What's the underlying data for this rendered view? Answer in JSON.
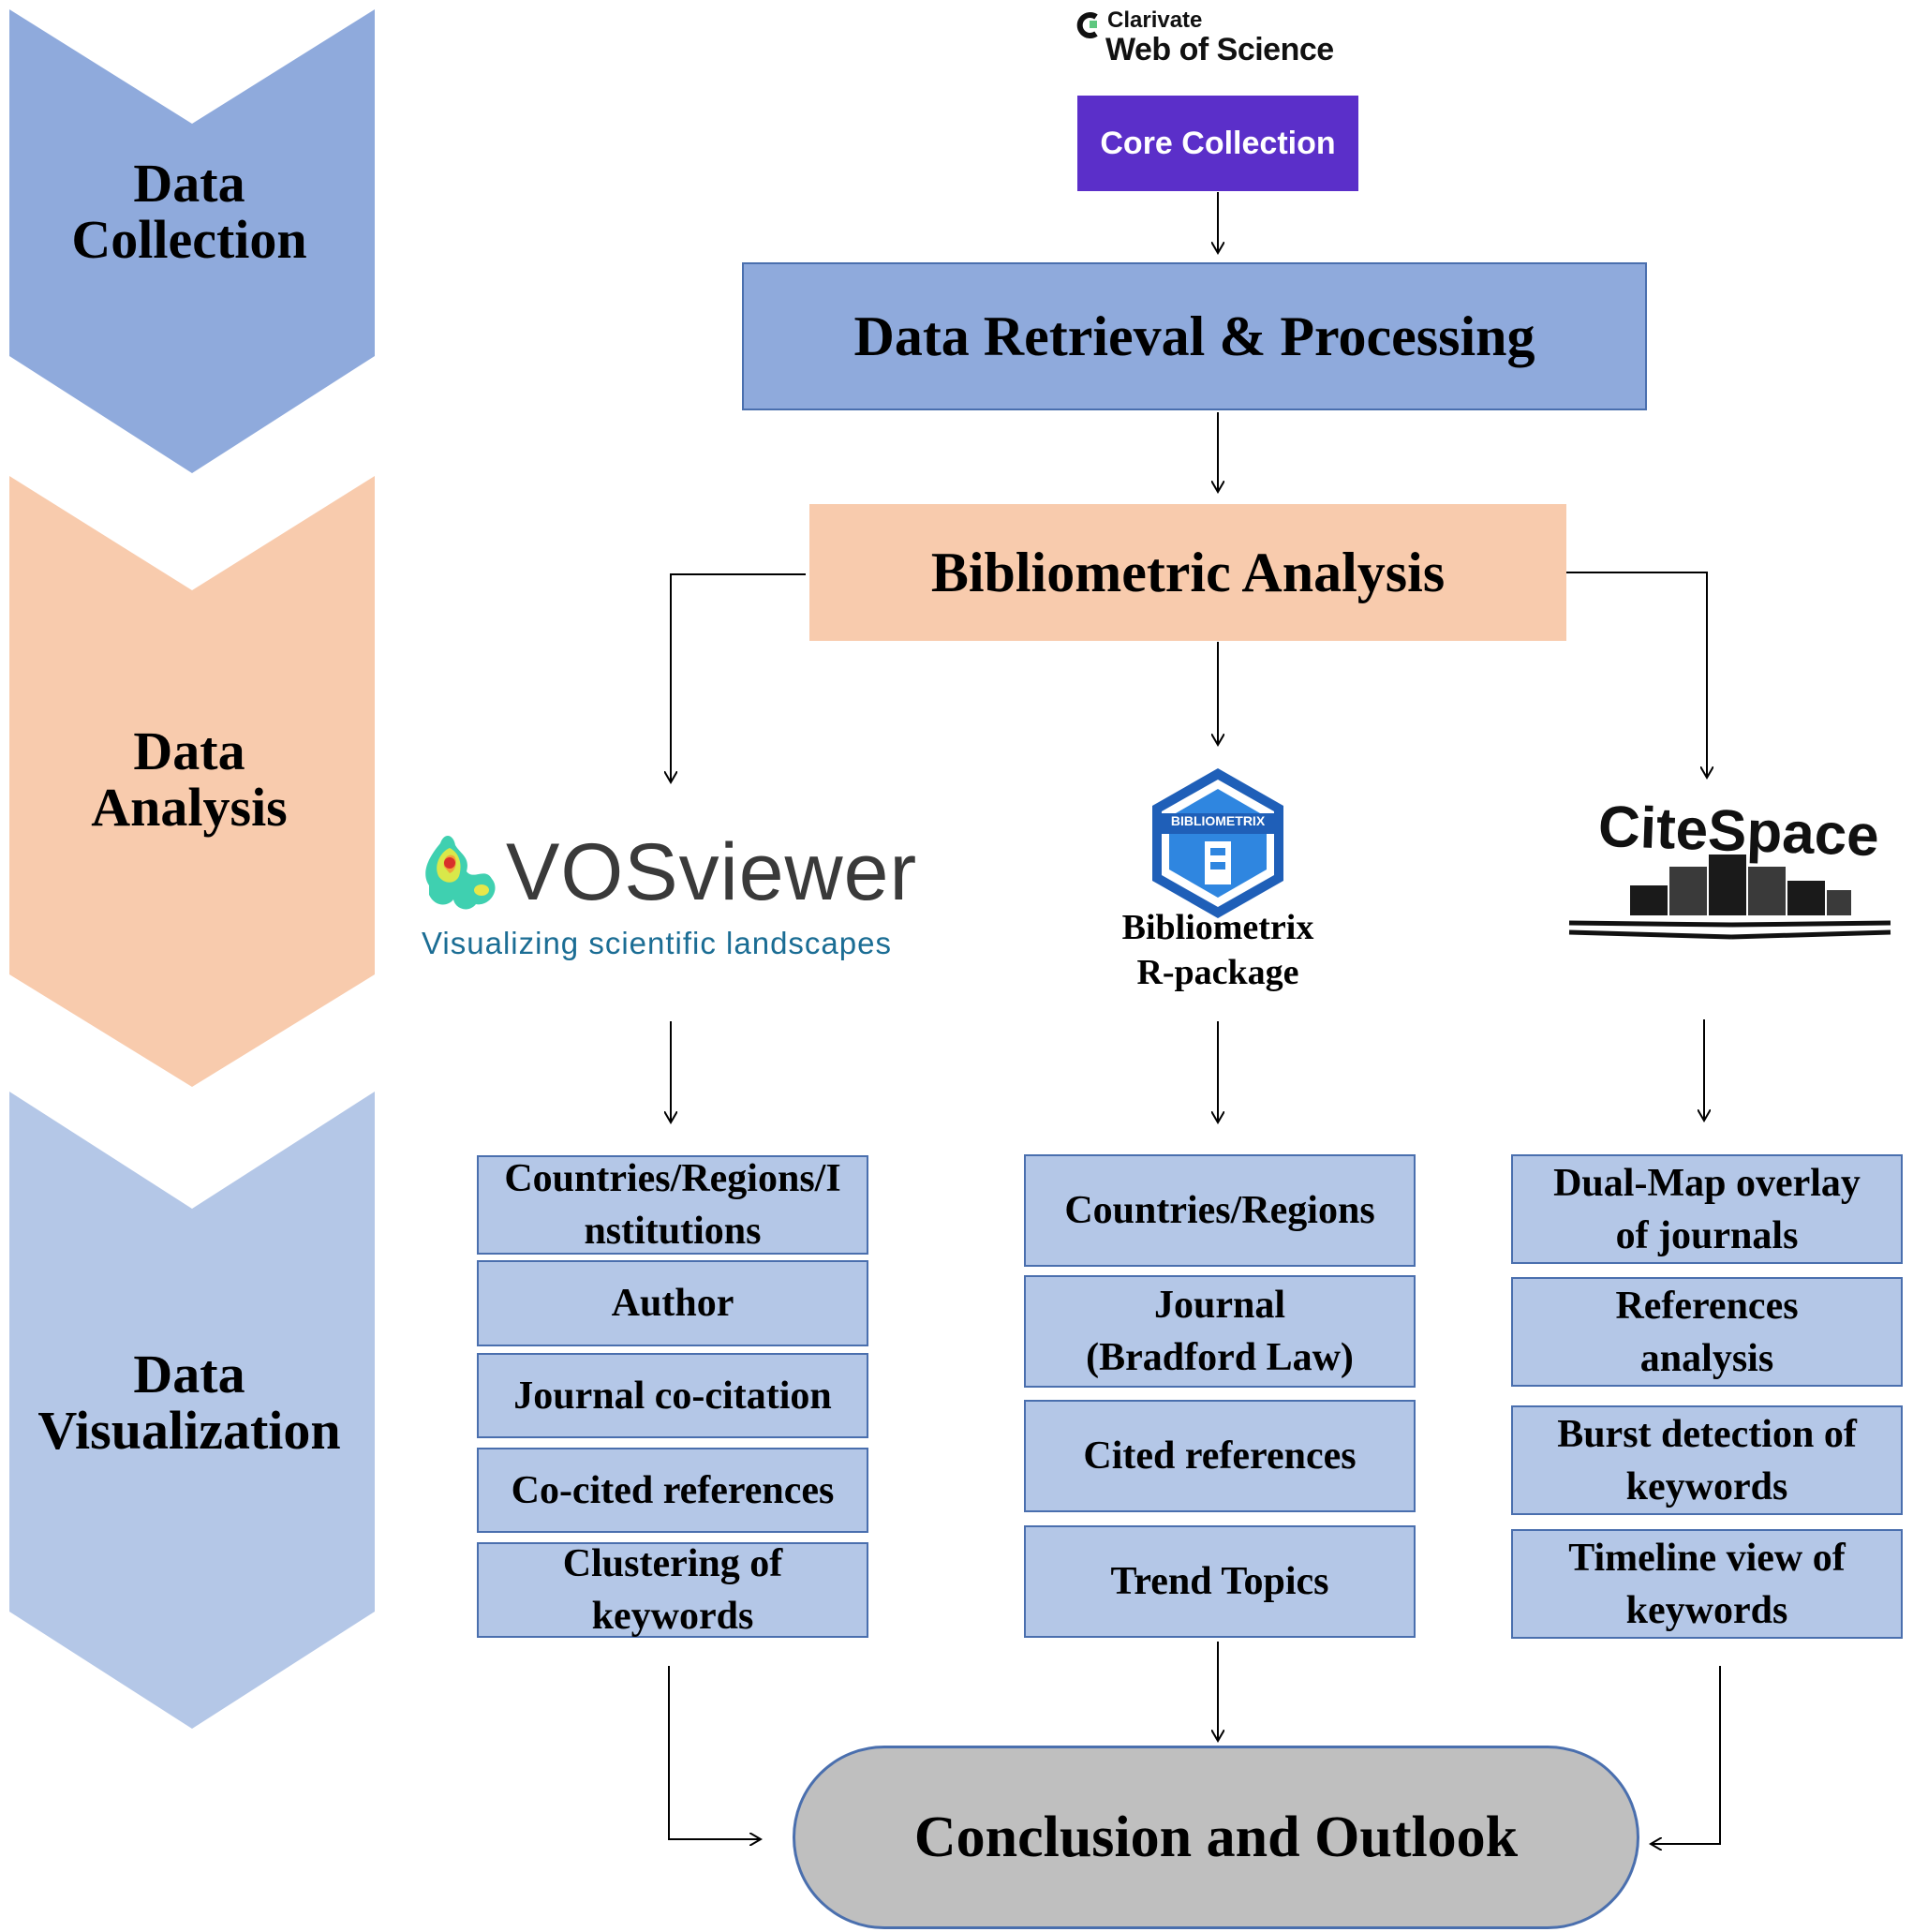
{
  "stages": {
    "collection": {
      "line1": "Data",
      "line2": "Collection",
      "color": "#8faadc"
    },
    "analysis": {
      "line1": "Data",
      "line2": "Analysis",
      "color": "#f8cbad"
    },
    "visualization": {
      "line1": "Data",
      "line2": "Visualization",
      "color": "#b4c7e7"
    }
  },
  "source": {
    "clarivate": "Clarivate",
    "wos": "Web of Science",
    "core": "Core Collection",
    "core_color": "#5b2fc9"
  },
  "retrieval": {
    "label": "Data Retrieval & Processing",
    "color": "#8faadc"
  },
  "bibliometric": {
    "label": "Bibliometric Analysis",
    "color": "#f8cbad"
  },
  "tools": {
    "vosviewer": {
      "name": "VOSviewer",
      "tagline": "Visualizing scientific landscapes"
    },
    "bibliometrix": {
      "badge": "BIBLIOMETRIX",
      "line1": "Bibliometrix",
      "line2": "R-package"
    },
    "citespace": {
      "name": "CiteSpace"
    }
  },
  "vos_items": [
    {
      "line1": "Countries/Regions/I",
      "line2": "nstitutions"
    },
    {
      "line1": "Author",
      "line2": ""
    },
    {
      "line1": "Journal co-citation",
      "line2": ""
    },
    {
      "line1": "Co-cited references",
      "line2": ""
    },
    {
      "line1": "Clustering of",
      "line2": "keywords"
    }
  ],
  "bib_items": [
    {
      "line1": "Countries/Regions",
      "line2": ""
    },
    {
      "line1": "Journal",
      "line2": "(Bradford Law)"
    },
    {
      "line1": "Cited references",
      "line2": ""
    },
    {
      "line1": "Trend Topics",
      "line2": ""
    }
  ],
  "cite_items": [
    {
      "line1": "Dual-Map overlay",
      "line2": "of journals"
    },
    {
      "line1": "References",
      "line2": "analysis"
    },
    {
      "line1": "Burst detection of",
      "line2": "keywords"
    },
    {
      "line1": "Timeline view of",
      "line2": "keywords"
    }
  ],
  "conclusion": {
    "label": "Conclusion and Outlook",
    "color": "#bfbfbf"
  }
}
